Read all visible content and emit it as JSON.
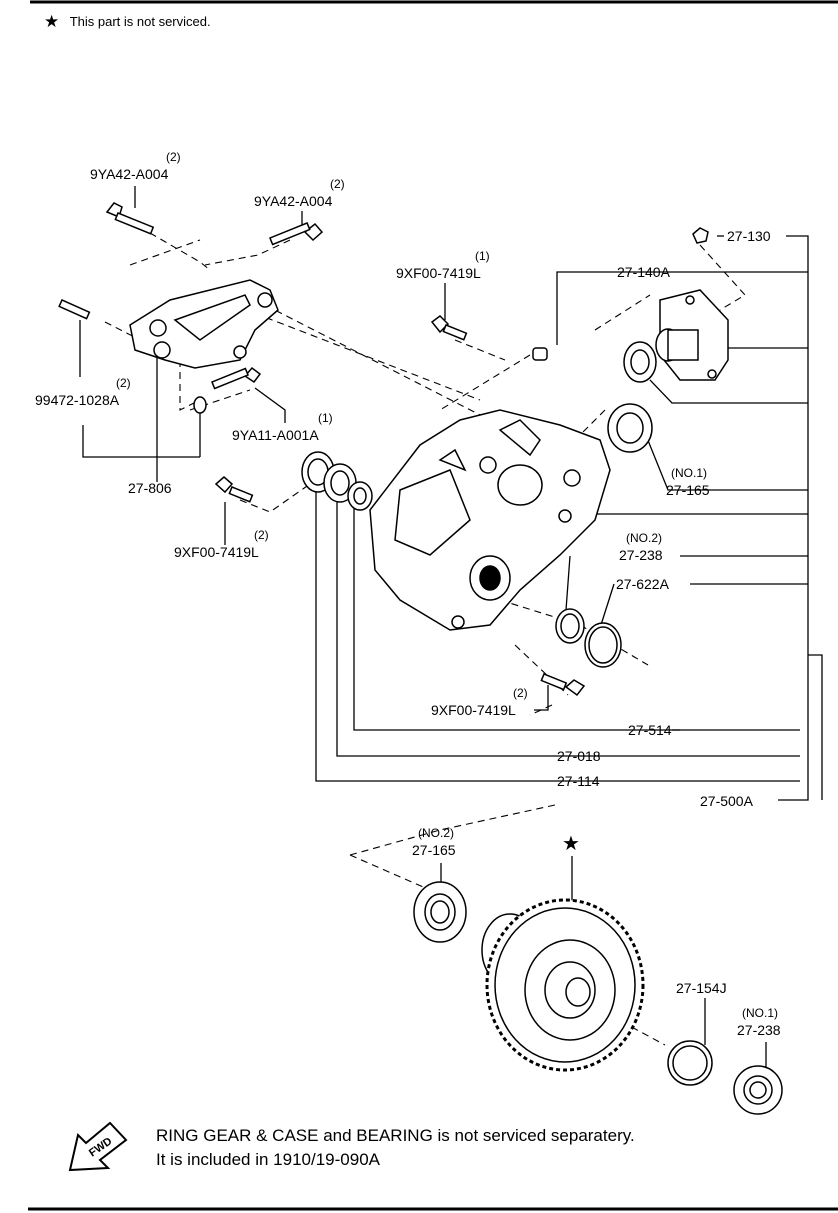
{
  "header": {
    "star_glyph": "★",
    "note": "This part is not serviced."
  },
  "callouts": {
    "bolt_9ya42_top": {
      "qty": "(2)",
      "part": "9YA42-A004"
    },
    "bolt_9ya42_second": {
      "qty": "(2)",
      "part": "9YA42-A004"
    },
    "bolt_9xf00_a": {
      "qty": "(1)",
      "part": "9XF00-7419L"
    },
    "stud_99472": {
      "qty": "(2)",
      "part": "99472-1028A"
    },
    "bolt_9ya11": {
      "qty": "(1)",
      "part": "9YA11-A001A"
    },
    "bracket_27806": {
      "part": "27-806"
    },
    "bolt_9xf00_b": {
      "qty": "(2)",
      "part": "9XF00-7419L"
    },
    "bolt_9xf00_c": {
      "qty": "(2)",
      "part": "9XF00-7419L"
    },
    "plug_27130": {
      "part": "27-130"
    },
    "housing_27140a": {
      "part": "27-140A"
    },
    "bearing_27165_no1": {
      "qty": "(NO.1)",
      "part": "27-165"
    },
    "shim_27238_no2": {
      "qty": "(NO.2)",
      "part": "27-238"
    },
    "oring_27622a": {
      "part": "27-622A"
    },
    "seal_27514": {
      "part": "27-514"
    },
    "seal_27018": {
      "part": "27-018"
    },
    "seal_27114": {
      "part": "27-114"
    },
    "assy_27500a": {
      "part": "27-500A"
    },
    "bearing_27165_no2": {
      "qty": "(NO.2)",
      "part": "27-165"
    },
    "ring_gear_star": {
      "glyph": "★"
    },
    "shim_27154j": {
      "part": "27-154J"
    },
    "bearing_27238_no1": {
      "qty": "(NO.1)",
      "part": "27-238"
    }
  },
  "footer": {
    "fwd_icon_text": "FWD",
    "line1": "RING GEAR & CASE and BEARING is not serviced separatery.",
    "line2": "It is included in 1910/19-090A"
  }
}
